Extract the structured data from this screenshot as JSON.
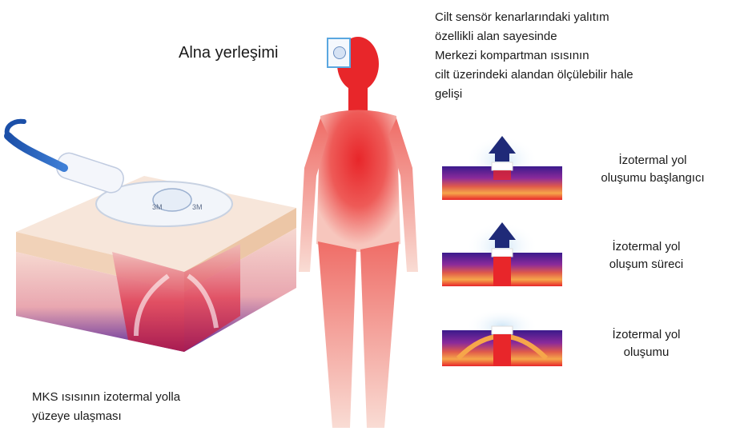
{
  "labels": {
    "forehead": "Alna yerleşimi",
    "bottom_caption": [
      "MKS ısısının izotermal yolla",
      "yüzeye ulaşması"
    ],
    "sensor_text": [
      "3M",
      "3M"
    ]
  },
  "description": [
    "Cilt sensör kenarlarındaki yalıtım",
    "özellikli alan sayesinde",
    "Merkezi kompartman ısısının",
    "cilt  üzerindeki  alandan  ölçülebilir  hale",
    "gelişi"
  ],
  "stages": [
    {
      "lines": [
        "İzotermal yol",
        "oluşumu başlangıcı"
      ]
    },
    {
      "lines": [
        "İzotermal yol",
        "oluşum süreci"
      ]
    },
    {
      "lines": [
        "İzotermal yol",
        "oluşumu"
      ]
    }
  ],
  "colors": {
    "body_red": "#e8262a",
    "skin_pink": "#f3c7be",
    "deep_purple": "#3a1a8c",
    "sensor_blue": "#1a5fb4",
    "highlight_box": "#5aa7e0"
  }
}
